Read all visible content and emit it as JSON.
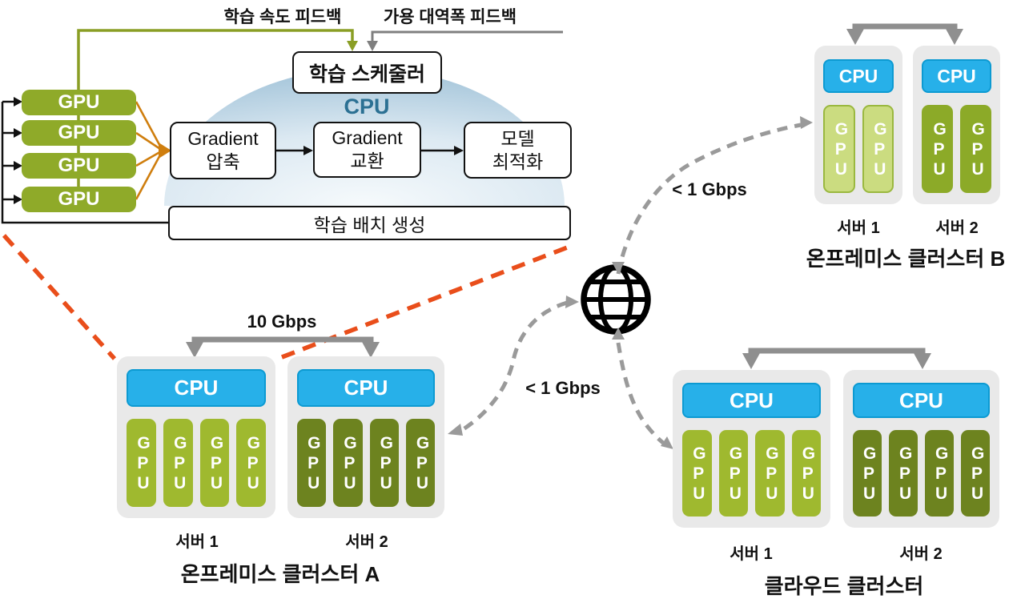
{
  "detail_panel": {
    "speed_feedback_label": "학습 속도 피드백",
    "bandwidth_feedback_label": "가용 대역폭 피드백",
    "scheduler_box": "학습 스케줄러",
    "cpu_dome_label": "CPU",
    "gpu_boxes": [
      "GPU",
      "GPU",
      "GPU",
      "GPU"
    ],
    "process_boxes": [
      {
        "line1": "Gradient",
        "line2": "압축"
      },
      {
        "line1": "Gradient",
        "line2": "교환"
      },
      {
        "line1": "모델",
        "line2": "최적화"
      }
    ],
    "batch_box": "학습 배치 생성"
  },
  "network": {
    "globe_icon": "globe",
    "link_label_to_cluster_b": "< 1 Gbps",
    "link_label_to_cluster_a": "< 1 Gbps",
    "intra_cluster_a_bandwidth": "10 Gbps"
  },
  "clusters": {
    "onprem_a": {
      "title": "온프레미스 클러스터 A",
      "servers": [
        {
          "label": "서버 1",
          "cpu": "CPU",
          "gpus": [
            "GPU",
            "GPU",
            "GPU",
            "GPU"
          ]
        },
        {
          "label": "서버 2",
          "cpu": "CPU",
          "gpus": [
            "GPU",
            "GPU",
            "GPU",
            "GPU"
          ]
        }
      ]
    },
    "onprem_b": {
      "title": "온프레미스 클러스터 B",
      "servers": [
        {
          "label": "서버 1",
          "cpu": "CPU",
          "gpus": [
            "GPU",
            "GPU"
          ]
        },
        {
          "label": "서버 2",
          "cpu": "CPU",
          "gpus": [
            "GPU",
            "GPU"
          ]
        }
      ]
    },
    "cloud": {
      "title": "클라우드 클러스터",
      "servers": [
        {
          "label": "서버 1",
          "cpu": "CPU",
          "gpus": [
            "GPU",
            "GPU",
            "GPU",
            "GPU"
          ]
        },
        {
          "label": "서버 2",
          "cpu": "CPU",
          "gpus": [
            "GPU",
            "GPU",
            "GPU",
            "GPU"
          ]
        }
      ]
    }
  },
  "colors": {
    "gpu_green_mid": "#9fb92f",
    "gpu_green_dark": "#6d831f",
    "gpu_green_pale": "#cbdc80",
    "gpu_green_olive": "#8caa28",
    "cpu_blue": "#27b0e9",
    "fan_orange": "#cf7e0e",
    "feedback_olive": "#8a9e25",
    "callout_red": "#e94e1b",
    "wan_dash_gray": "#9a9a9a",
    "dome_blue": "#a9c8dc"
  }
}
